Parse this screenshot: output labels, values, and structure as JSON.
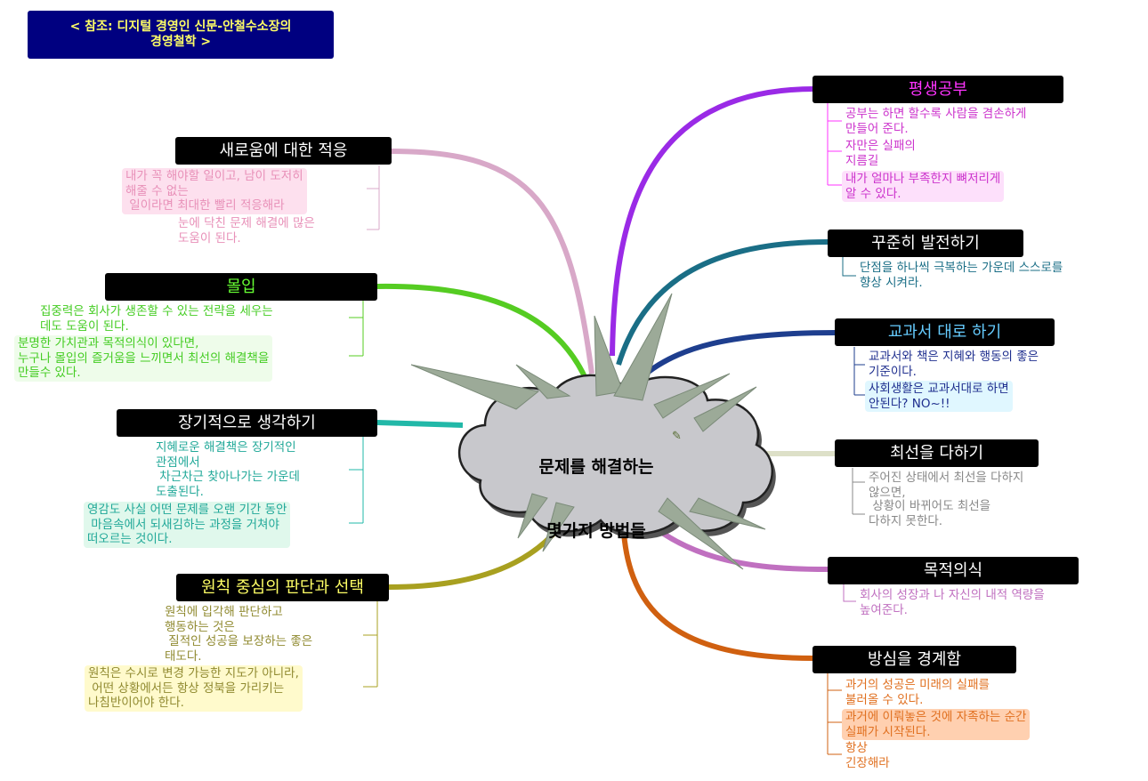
{
  "reference": {
    "line1": "< 참조: 디지털 경영인 신문-안철수소장의",
    "line2": "경영철학 >"
  },
  "center": {
    "line1": "문제를 해결하는",
    "line2": "몇가지 방법들"
  },
  "icons": {
    "note": "pencil-note-icon"
  },
  "colors": {
    "topic_bg": "#000000",
    "ref_bg": "#000080",
    "ref_text": "#ffff66"
  },
  "branches": {
    "lifelong": {
      "title": "평생공부",
      "color": "#9a2ae6",
      "text_color": "#ff33ff",
      "notes": [
        {
          "l1": "공부는 하면 할수록 사람을 겸손하게",
          "l2": "만들어 준다."
        },
        {
          "l1": "자만은 실패의",
          "l2": "지름길"
        },
        {
          "l1": "내가 얼마나 부족한지 뼈저리게",
          "l2": "알 수 있다."
        }
      ]
    },
    "steady": {
      "title": "꾸준히 발전하기",
      "color": "#1a6e86",
      "text_color": "#ffffff",
      "notes": [
        {
          "l1": "단점을 하나씩 극복하는 가운데 스스로를",
          "l2": "향상 시켜라."
        }
      ]
    },
    "textbook": {
      "title": "교과서 대로 하기",
      "color": "#1e3e8e",
      "text_color": "#66ccff",
      "notes": [
        {
          "l1": "교과서와 책은 지혜와 행동의 좋은",
          "l2": "기준이다."
        },
        {
          "l1": "사회생활은 교과서대로 하면",
          "l2": "안된다? NO~!!"
        }
      ]
    },
    "best": {
      "title": "최선을 다하기",
      "color": "#dde0c8",
      "text_color": "#ffffff",
      "notes": [
        {
          "l1": "주어진 상태에서 최선을 다하지",
          "l2": "않으면,"
        },
        {
          "l1": " 상황이 바뀌어도 최선을",
          "l2": "다하지 못한다."
        }
      ]
    },
    "purpose": {
      "title": "목적의식",
      "color": "#c070c0",
      "text_color": "#ffffff",
      "notes": [
        {
          "l1": "회사의 성장과 나 자신의 내적 역량을",
          "l2": "높여준다."
        }
      ]
    },
    "complacency": {
      "title": "방심을 경계함",
      "color": "#d06010",
      "text_color": "#ffffff",
      "notes": [
        {
          "l1": "과거의 성공은 미래의 실패를",
          "l2": "불러올 수 있다."
        },
        {
          "l1": "과거에 이뤄놓은 것에 자족하는 순간",
          "l2": "실패가 시작된다."
        },
        {
          "l1": "항상",
          "l2": "긴장해라"
        }
      ]
    },
    "adapt": {
      "title": "새로움에 대한 적응",
      "color": "#d8a8c8",
      "text_color": "#ffffff",
      "notes": [
        {
          "l1": "내가 꼭 해야할 일이고, 남이 도저히",
          "l2": "해줄 수 없는",
          "l3": " 일이라면 최대한 빨리 적응해라"
        },
        {
          "l1": "눈에 닥친 문제 해결에 많은",
          "l2": "도움이 된다."
        }
      ]
    },
    "immersion": {
      "title": "몰입",
      "color": "#55cc22",
      "text_color": "#66ff33",
      "notes": [
        {
          "l1": "집중력은 회사가 생존할 수 있는 전략을 세우는",
          "l2": "데도 도움이 된다."
        },
        {
          "l1": "분명한 가치관과 목적의식이 있다면,",
          "l2": "누구나 몰입의 즐거움을 느끼면서 최선의 해결책을",
          "l3": "만들수 있다."
        }
      ]
    },
    "longterm": {
      "title": "장기적으로 생각하기",
      "color": "#22b8a8",
      "text_color": "#ffffff",
      "notes": [
        {
          "l1": "지혜로운 해결책은 장기적인",
          "l2": "관점에서",
          "l3": " 차근차근 찾아나가는 가운데",
          "l4": "도출된다."
        },
        {
          "l1": "영감도 사실 어떤 문제를 오랜 기간 동안",
          "l2": " 마음속에서 되새김하는 과정을 거쳐야",
          "l3": "떠오르는 것이다."
        }
      ]
    },
    "principle": {
      "title": "원칙 중심의 판단과 선택",
      "color": "#a8a020",
      "text_color": "#ffff66",
      "notes": [
        {
          "l1": "원칙에 입각해 판단하고",
          "l2": "행동하는 것은",
          "l3": " 질적인 성공을 보장하는 좋은",
          "l4": "태도다."
        },
        {
          "l1": "원칙은 수시로 변경 가능한 지도가 아니라,",
          "l2": " 어떤 상황에서든 항상 정북을 가리키는",
          "l3": "나침반이어야 한다."
        }
      ]
    }
  }
}
